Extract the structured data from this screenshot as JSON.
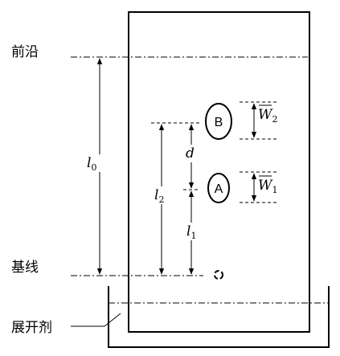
{
  "labels": {
    "front": "前沿",
    "baseline": "基线",
    "developer": "展开剂"
  },
  "spots": {
    "a": "A",
    "b": "B"
  },
  "dimensions": {
    "l0": {
      "main": "l",
      "sub": "0"
    },
    "l1": {
      "main": "l",
      "sub": "1"
    },
    "l2": {
      "main": "l",
      "sub": "2"
    },
    "d": {
      "main": "d"
    },
    "w1": {
      "main": "W",
      "sub": "1"
    },
    "w2": {
      "main": "W",
      "sub": "2"
    }
  },
  "colors": {
    "ink": "#000000",
    "background": "#ffffff"
  }
}
